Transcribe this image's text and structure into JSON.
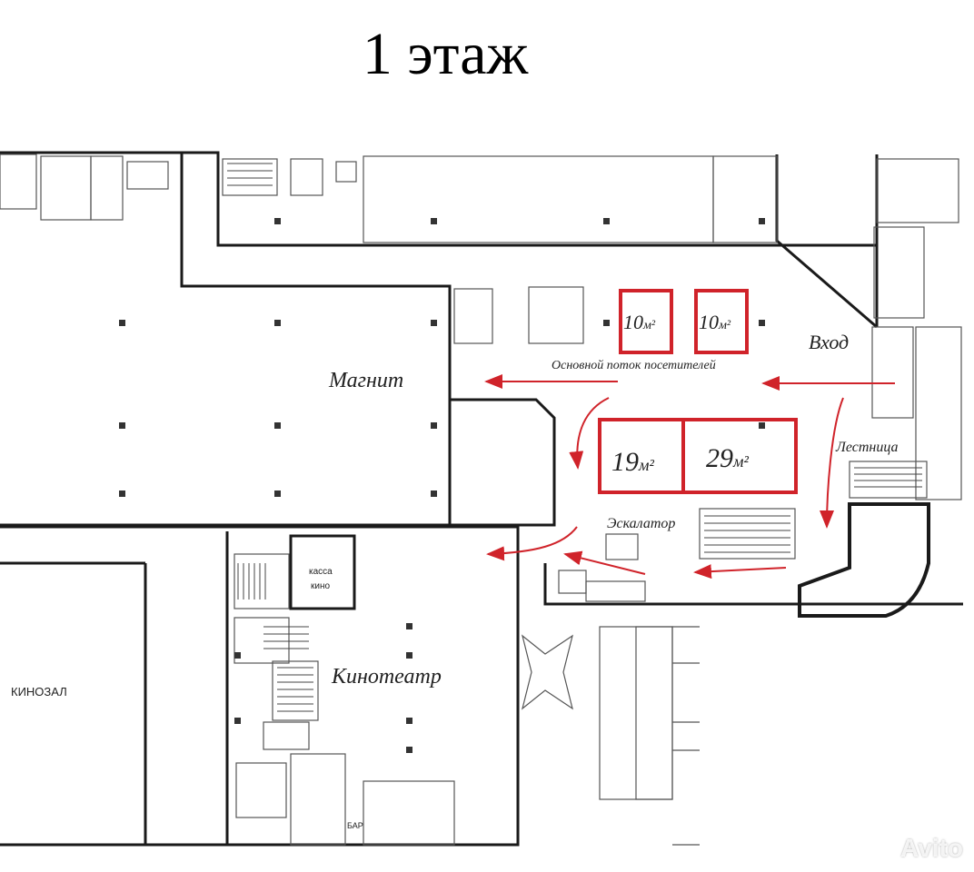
{
  "title": "1 этаж",
  "labels": {
    "magnit": "Магнит",
    "kinoteatr": "Кинотеатр",
    "kinozal": "КИНОЗАЛ",
    "kassa_line1": "касса",
    "kassa_line2": "кино",
    "bar": "БАР",
    "vhod": "Вход",
    "lestnitsa": "Лестница",
    "eskalator": "Эскалатор",
    "main_flow": "Основной поток посетителей"
  },
  "units": [
    {
      "id": "unit-10a",
      "area": "10",
      "unit": "м²"
    },
    {
      "id": "unit-10b",
      "area": "10",
      "unit": "м²"
    },
    {
      "id": "unit-19",
      "area": "19",
      "unit": "м²"
    },
    {
      "id": "unit-29",
      "area": "29",
      "unit": "м²"
    }
  ],
  "colors": {
    "highlight": "#d0232a",
    "walls": "#1a1a1a",
    "thin_lines": "#555555"
  },
  "watermark": "Avito"
}
